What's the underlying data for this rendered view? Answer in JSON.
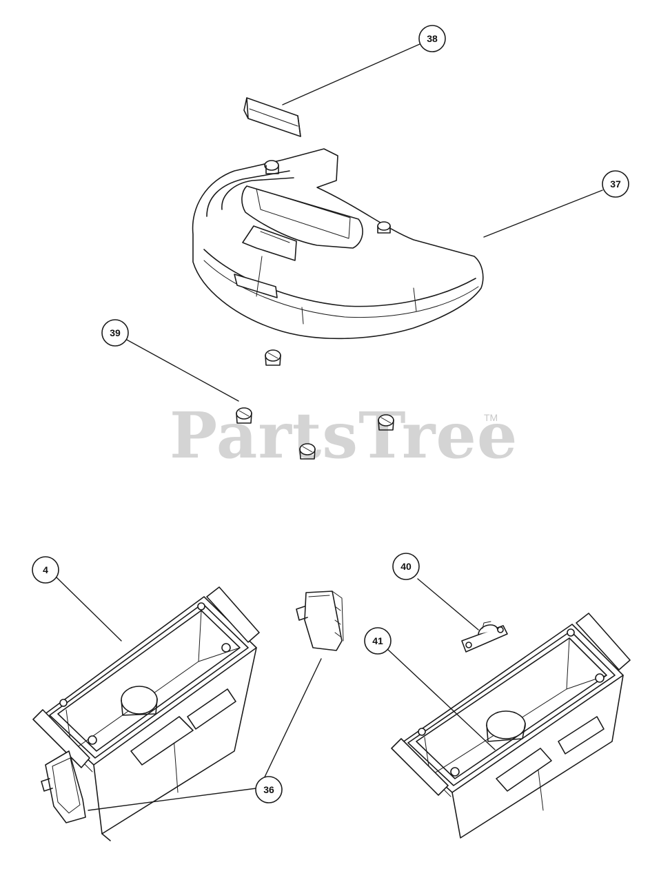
{
  "watermark": {
    "text": "PartsTree",
    "trademark": "TM"
  },
  "callouts": {
    "c38": "38",
    "c37": "37",
    "c39": "39",
    "c4": "4",
    "c40": "40",
    "c41": "41",
    "c36": "36"
  },
  "colors": {
    "line": "#1a1a1a",
    "part_fill": "#ffffff",
    "shade": "#cfcfcf",
    "watermark": "#d4d4d4"
  }
}
